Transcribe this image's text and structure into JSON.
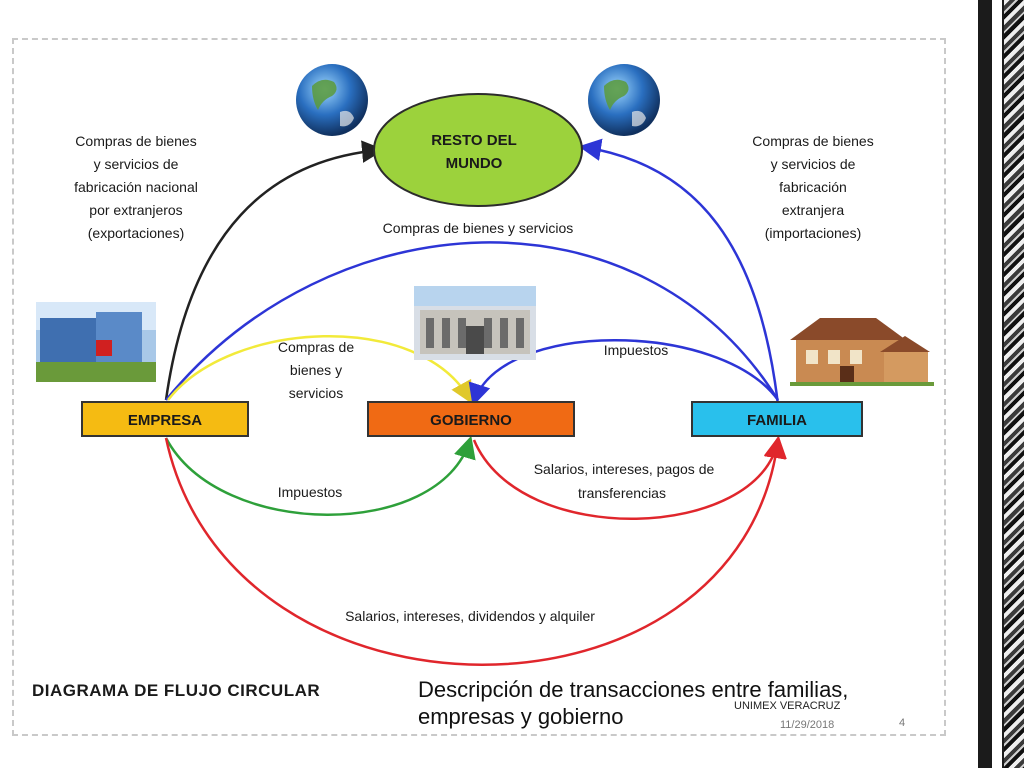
{
  "diagram": {
    "title": "DIAGRAMA DE FLUJO CIRCULAR",
    "nodes": {
      "resto_del_mundo": [
        "RESTO DEL",
        "MUNDO"
      ],
      "empresa": "EMPRESA",
      "gobierno": "GOBIERNO",
      "familia": "FAMILIA"
    },
    "labels": {
      "exportaciones": [
        "Compras de bienes",
        "y servicios de",
        "fabricación nacional",
        "por extranjeros",
        "(exportaciones)"
      ],
      "importaciones": [
        "Compras de bienes",
        "y servicios de",
        "fabricación",
        "extranjera",
        "(importaciones)"
      ],
      "compras_bienes_servicios": "Compras de bienes y servicios",
      "compras_gobierno": [
        "Compras de",
        "bienes y",
        "servicios"
      ],
      "impuestos_familia": "Impuestos",
      "impuestos_empresa": "Impuestos",
      "salarios_gobierno": [
        "Salarios, intereses, pagos de",
        "transferencias"
      ],
      "salarios_empresa": "Salarios, intereses, dividendos y alquiler"
    },
    "colors": {
      "empresa": "#f5bb12",
      "gobierno": "#f06a14",
      "familia": "#29c0ec",
      "resto_del_mundo": "#9cd23c",
      "arrow_blue": "#2d35d6",
      "arrow_red": "#e0262c",
      "arrow_green": "#2ea03a",
      "arrow_yellow": "#f2ea3a",
      "arrow_black": "#222222"
    }
  },
  "footer": {
    "caption_line1": "Descripción de transacciones entre familias,",
    "caption_line2": "empresas y gobierno",
    "organization": "UNIMEX VERACRUZ",
    "date": "11/29/2018",
    "page_number": "4"
  }
}
